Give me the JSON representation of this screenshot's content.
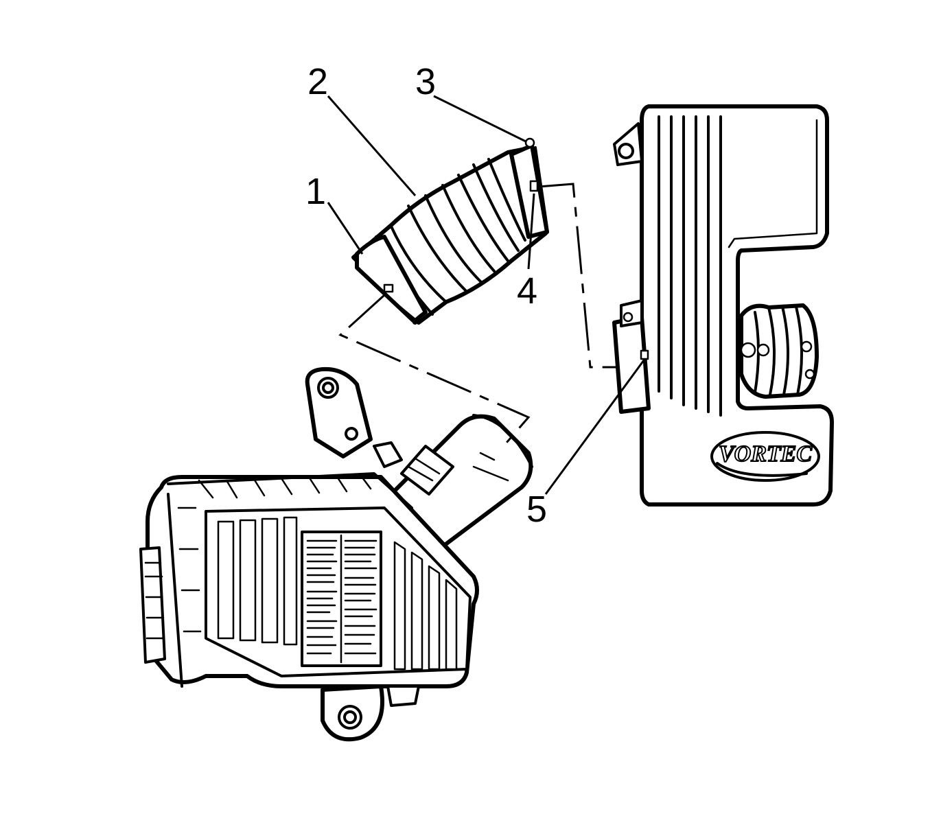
{
  "callouts": {
    "c1": "1",
    "c2": "2",
    "c3": "3",
    "c4": "4",
    "c5": "5"
  },
  "logo": {
    "text": "VORTEC"
  },
  "colors": {
    "ink": "#000000",
    "paper": "#ffffff"
  }
}
